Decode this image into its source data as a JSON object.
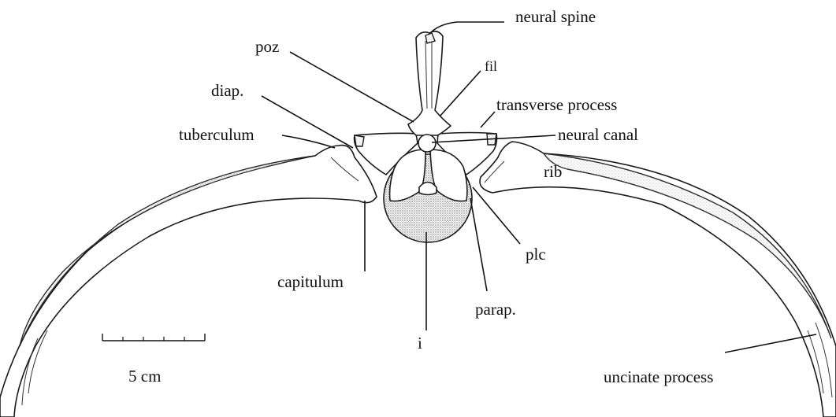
{
  "labels": {
    "neural_spine": "neural spine",
    "poz": "poz",
    "fil": "fil",
    "diap": "diap.",
    "transverse_process": "transverse process",
    "tuberculum": "tuberculum",
    "neural_canal": "neural canal",
    "rib": "rib",
    "capitulum": "capitulum",
    "plc": "plc",
    "parap": "parap.",
    "i": "i",
    "uncinate_process": "uncinate process"
  },
  "scale_bar": {
    "label": "5 cm"
  }
}
